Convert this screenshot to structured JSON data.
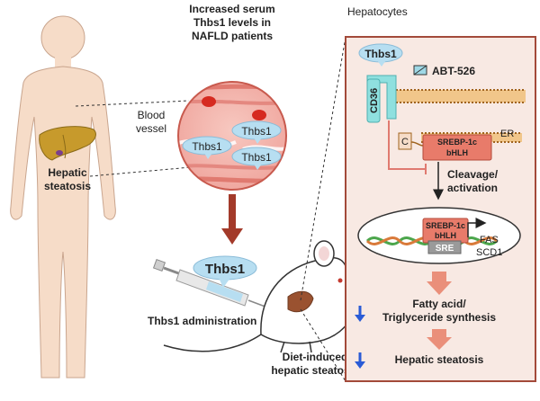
{
  "colors": {
    "panel_bg": "#f8e9e3",
    "panel_border": "#a34a3a",
    "body_skin": "#f6dcc8",
    "liver": "#c79a2c",
    "arrow_red": "#a33a2a",
    "down_arrow_blue": "#2a5bd6",
    "thbs1_bubble": "#b7def1",
    "receptor_cyan": "#8fe0df",
    "salmon_arrow": "#ea8f7a"
  },
  "labels": {
    "serum_title_line1": "Increased serum",
    "serum_title_line2": "Thbs1 levels in",
    "serum_title_line3": "NAFLD patients",
    "blood_vessel_line1": "Blood",
    "blood_vessel_line2": "vessel",
    "hepatic_line1": "Hepatic",
    "hepatic_line2": "steatosis",
    "thbs1_vessel_1": "Thbs1",
    "thbs1_vessel_2": "Thbs1",
    "thbs1_vessel_3": "Thbs1",
    "thbs1_syringe": "Thbs1",
    "administration": "Thbs1 administration",
    "diet_line1": "Diet-induced",
    "diet_line2": "hepatic steatosis"
  },
  "panel": {
    "title": "Hepatocytes",
    "thbs1": "Thbs1",
    "receptor": "CD36",
    "inhibitor": "ABT-526",
    "cterm": "C",
    "srebp_line1": "SREBP-1c",
    "srebp_line2": "bHLH",
    "er": "ER",
    "cleavage_line1": "Cleavage/",
    "cleavage_line2": "activation",
    "nuc_srebp_line1": "SREBP-1c",
    "nuc_srebp_line2": "bHLH",
    "sre": "SRE",
    "fas": "FAS",
    "scd1": "SCD1",
    "fatty_line1": "Fatty acid/",
    "fatty_line2": "Triglyceride synthesis",
    "hepatic_steatosis": "Hepatic steatosis"
  }
}
